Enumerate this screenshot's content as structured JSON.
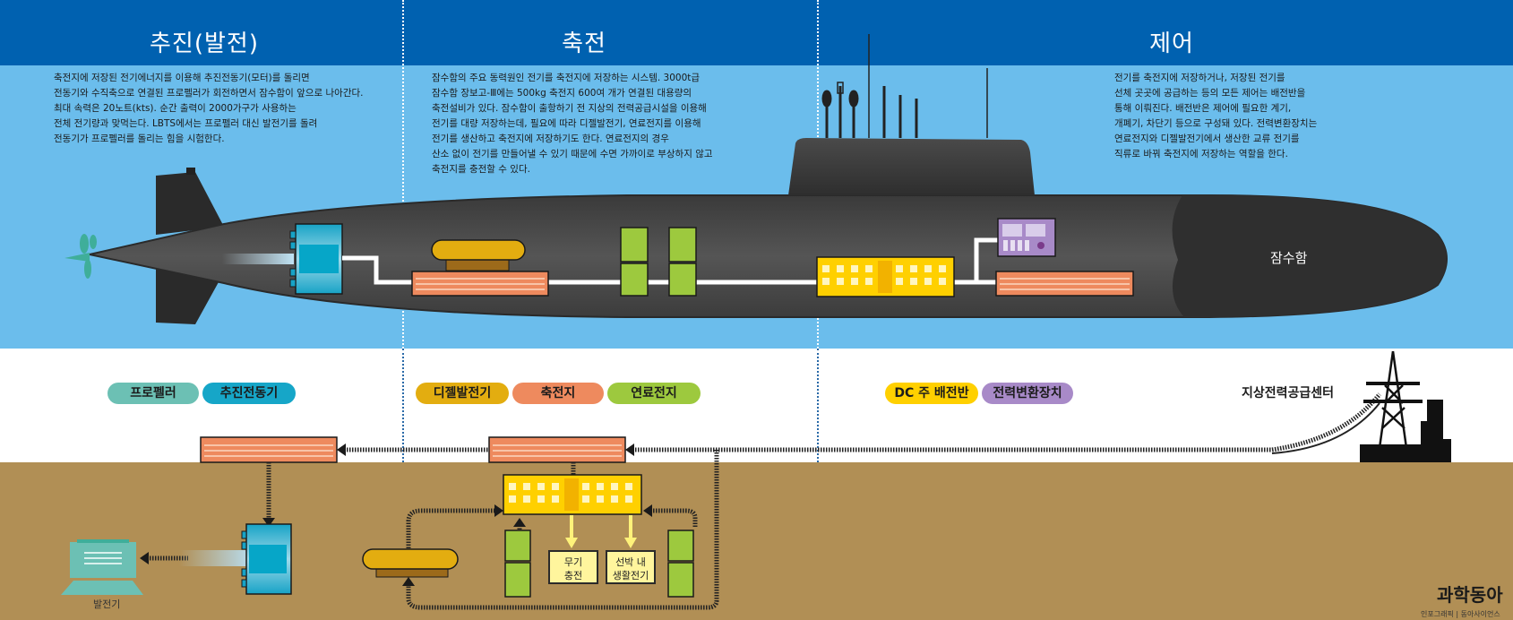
{
  "sections": [
    {
      "title": "추진(발전)",
      "description": "축전지에 저장된 전기에너지를 이용해 추진전동기(모터)를 돌리면\n전동기와 수직축으로 연결된 프로펠러가 회전하면서 잠수함이 앞으로 나아간다.\n최대 속력은 20노트(kts). 순간 출력이 2000가구가 사용하는\n전체 전기량과 맞먹는다. LBTS에서는 프로펠러 대신 발전기를 돌려\n전동기가 프로펠러를 돌리는 힘을 시험한다."
    },
    {
      "title": "축전",
      "description": "잠수함의 주요 동력원인 전기를 축전지에 저장하는 시스템. 3000t급\n잠수함 장보고-Ⅲ에는 500kg 축전지 600여 개가 연결된 대용량의\n축전설비가 있다. 잠수함이 출항하기 전 지상의 전력공급시설을 이용해\n전기를 대량 저장하는데, 필요에 따라 디젤발전기, 연료전지를 이용해\n전기를 생산하고 축전지에 저장하기도 한다. 연료전지의 경우\n산소 없이 전기를 만들어낼 수 있기 때문에 수면 가까이로 부상하지 않고\n축전지를 충전할 수 있다."
    },
    {
      "title": "제어",
      "description": "전기를 축전지에 저장하거나, 저장된 전기를\n선체 곳곳에 공급하는 등의 모든 제어는 배전반을\n통해 이뤄진다. 배전반은 제어에 필요한 계기,\n개폐기, 차단기 등으로 구성돼 있다. 전력변환장치는\n연료전지와 디젤발전기에서 생산한 교류 전기를\n직류로 바꿔 축전지에 저장하는 역할을 한다."
    }
  ],
  "submarine_label": "잠수함",
  "legend": [
    {
      "label": "프로펠러",
      "color": "#6cc0b4"
    },
    {
      "label": "추진전동기",
      "color": "#16a6c8"
    },
    {
      "label": "디젤발전기",
      "color": "#e3ad10"
    },
    {
      "label": "축전지",
      "color": "#ee8a5e"
    },
    {
      "label": "연료전지",
      "color": "#9dc93e"
    },
    {
      "label": "DC 주 배전반",
      "color": "#ffd000"
    },
    {
      "label": "전력변환장치",
      "color": "#a88ac8"
    }
  ],
  "ground_station_label": "지상전력공급센터",
  "generator_label": "발전기",
  "output_boxes": [
    {
      "label": "무기\n충전"
    },
    {
      "label": "선박 내\n생활전기"
    }
  ],
  "brand": "과학동아",
  "credit": "인포그래픽 | 동아사이언스",
  "colors": {
    "header": "#0061b0",
    "sky": "#6bbdec",
    "ground": "#b18f55",
    "hull": "#4a4a4a",
    "battery": "#ee8a5e",
    "switchboard": "#ffd000",
    "fuel_cell": "#9dc93e",
    "diesel": "#e3ad10",
    "motor": "#16a6c8",
    "converter": "#a88ac8"
  }
}
